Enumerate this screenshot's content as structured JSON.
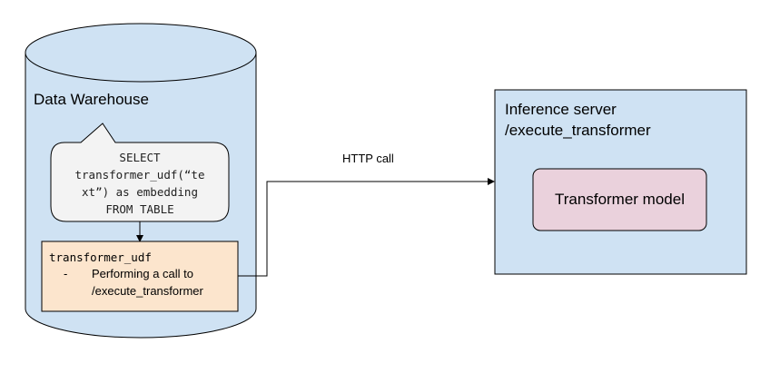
{
  "warehouse": {
    "title": "Data Warehouse",
    "sql_lines": [
      "SELECT",
      "transformer_udf(“te",
      "xt”) as embedding",
      "FROM TABLE"
    ],
    "udf": {
      "title": "transformer_udf",
      "bullet": "-",
      "lines": [
        "Performing a call to",
        "/execute_transformer"
      ]
    }
  },
  "connector": {
    "label": "HTTP call"
  },
  "server": {
    "title_lines": [
      "Inference server",
      "/execute_transformer"
    ],
    "model_label": "Transformer model"
  },
  "colors": {
    "cylinder_fill": "#cfe2f3",
    "sql_fill": "#f3f3f3",
    "udf_fill": "#fce5cd",
    "server_fill": "#cfe2f3",
    "model_fill": "#ead1dc",
    "stroke": "#000000"
  }
}
